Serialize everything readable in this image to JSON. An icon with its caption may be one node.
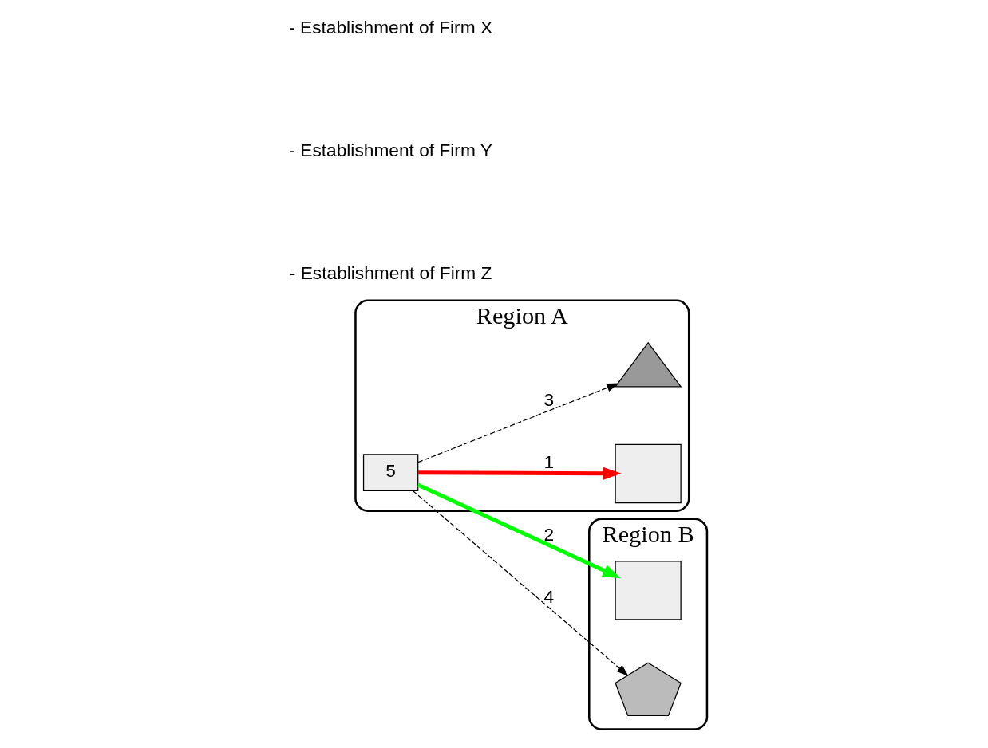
{
  "diagram": {
    "nodes": [
      {
        "text": [
          "Region A"
        ]
      },
      {
        "text": [
          "5"
        ],
        "in": 0
      },
      {
        "text": [],
        "shape": "box",
        "in": 0
      },
      {
        "text": [],
        "shape": "triangle",
        "in": 0
      },
      {
        "text": [
          "Region B"
        ]
      },
      {
        "text": [],
        "shape": "box",
        "in": 4
      },
      {
        "text": [],
        "shape": "pentagon",
        "in": 4
      }
    ],
    "edges": [
      {
        "from": 1,
        "to": 2,
        "arrow": "to",
        "label": "1",
        "style": "thick",
        "color": "#ff0000"
      },
      {
        "from": 1,
        "to": 5,
        "arrow": "to",
        "label": "2",
        "style": "thick",
        "color": "#00ff00"
      },
      {
        "from": 1,
        "to": 3,
        "arrow": "to",
        "label": "3",
        "style": "dashed"
      },
      {
        "from": 1,
        "to": 6,
        "arrow": "to",
        "label": "4",
        "style": "dashed"
      }
    ],
    "legend": [
      {
        "text": "- Establishment of Firm X"
      },
      {
        "text": "- Establishment of Firm Y"
      },
      {
        "text": "- Establishment of Firm Z"
      }
    ]
  }
}
